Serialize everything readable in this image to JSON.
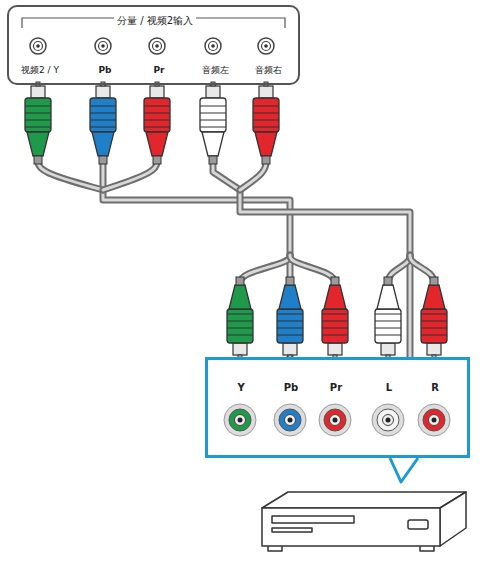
{
  "diagram": {
    "nodes": [
      {
        "text": [
          "分量 / 视频2输入",
          "视频2 / Y",
          "Pb",
          "Pr",
          "音频左",
          "音频右"
        ]
      },
      {
        "text": [
          "Y",
          "Pb",
          "Pr",
          "L",
          "R"
        ]
      }
    ],
    "edges": [
      {
        "from": 0,
        "to": 1,
        "arrow": "none"
      },
      {
        "from": 0,
        "to": 1,
        "arrow": "none"
      }
    ]
  }
}
